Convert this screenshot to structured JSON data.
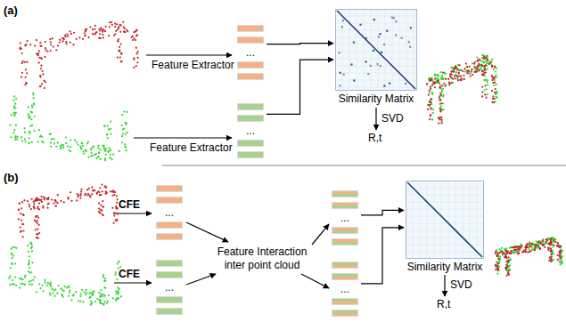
{
  "diagram": {
    "nodes": [
      {
        "text": [
          "..."
        ]
      },
      {
        "text": [
          "..."
        ]
      },
      {
        "text": [
          "Similarity Matrix"
        ]
      },
      {
        "text": [
          "..."
        ]
      },
      {
        "text": [
          "..."
        ]
      },
      {
        "text": [
          "..."
        ]
      },
      {
        "text": [
          "..."
        ]
      },
      {
        "text": [
          "Similarity Matrix"
        ]
      }
    ],
    "edges": [
      {
        "from": 0,
        "to": 2,
        "arrow": "to"
      },
      {
        "from": 1,
        "to": 2,
        "arrow": "to"
      },
      {
        "from": 5,
        "to": 7,
        "arrow": "to"
      },
      {
        "from": 6,
        "to": 7,
        "arrow": "to"
      }
    ],
    "labels": [
      "(a)",
      "Feature Extractor",
      "Feature Extractor",
      "SVD",
      "R,t",
      "(b)",
      "CFE",
      "CFE",
      "Feature Interaction inter point cloud",
      "SVD",
      "R,t"
    ]
  }
}
